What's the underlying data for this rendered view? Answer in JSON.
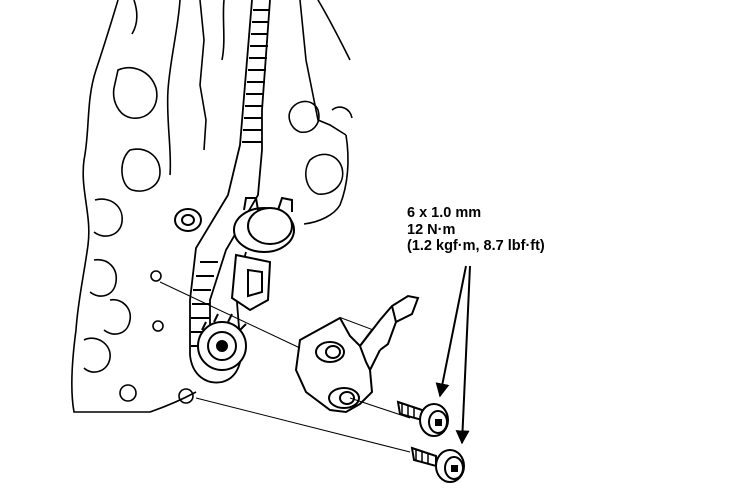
{
  "spec": {
    "bolt_size": "6 x 1.0 mm",
    "torque_nm": "12 N·m",
    "torque_alt": "(1.2 kgf·m, 8.7 lbf·ft)"
  },
  "colors": {
    "ink": "#000000",
    "paper": "#ffffff"
  }
}
